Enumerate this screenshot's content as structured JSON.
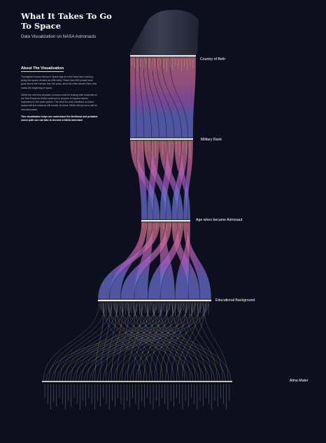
{
  "header": {
    "title": "What It Takes To Go To Space",
    "subtitle": "Data Visualization on NASA Astronauts"
  },
  "about": {
    "heading": "About The Visualization",
    "paragraphs": [
      "Throughout human history in Space Age for more than half a century, going into space remains an elite rarity. Fewer than 600 people have gone above the Karman line, the point, about 62 miles above Earth, that marks the beginning of space.",
      "Within the next few decades, humans could be leaving their footprints on the Red Planet as NASA continues to prepare to expand human exploration in the solar system. The need for crew members on these spacecraft and missions will remain. At times, NASA will put out a call for new astronauts."
    ],
    "closing": "This visualization helps one understand the likelihood and probable career path one can take to become a NASA Astronaut"
  },
  "stages": [
    {
      "label": "Country of Birth"
    },
    {
      "label": "Military Rank"
    },
    {
      "label": "Age when became Astronaut"
    },
    {
      "label": "Educational Background"
    },
    {
      "label": "Alma Mater"
    }
  ],
  "colors": {
    "background": "#0d0f1e",
    "capsule": "#2a2e3e",
    "flow_top": "#d4747e",
    "flow_mid": "#b460b6",
    "flow_low": "#6a70d2",
    "node_bar": "#f2f2f2"
  }
}
